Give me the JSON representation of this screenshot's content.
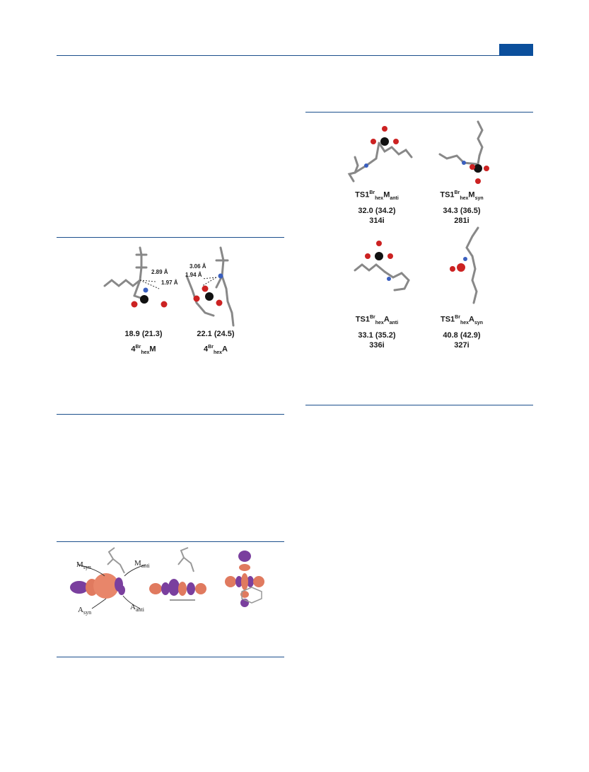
{
  "header": {
    "accent_color": "#0b4f9c",
    "rule_color": "#1b4f8c"
  },
  "fig_4": {
    "d1": "2.89 Å",
    "d2": "1.97 Å",
    "d3": "3.06 Å",
    "d4": "1.94 Å",
    "left": {
      "energy": "18.9 (21.3)",
      "base": "4",
      "sup": "Br",
      "sub": "hex",
      "suffix": "M"
    },
    "right": {
      "energy": "22.1 (24.5)",
      "base": "4",
      "sup": "Br",
      "sub": "hex",
      "suffix": "A"
    }
  },
  "fig_ts": {
    "ts1": {
      "base": "TS1",
      "sup": "Br",
      "sub": "hex",
      "mid": "M",
      "sub2": "anti",
      "energy": "32.0 (34.2)",
      "freq": "314i"
    },
    "ts2": {
      "base": "TS1",
      "sup": "Br",
      "sub": "hex",
      "mid": "M",
      "sub2": "syn",
      "energy": "34.3 (36.5)",
      "freq": "281i"
    },
    "ts3": {
      "base": "TS1",
      "sup": "Br",
      "sub": "hex",
      "mid": "A",
      "sub2": "anti",
      "energy": "33.1 (35.2)",
      "freq": "336i"
    },
    "ts4": {
      "base": "TS1",
      "sup": "Br",
      "sub": "hex",
      "mid": "A",
      "sub2": "syn",
      "energy": "40.8 (42.9)",
      "freq": "327i"
    }
  },
  "fig_orbital": {
    "msyn": {
      "base": "M",
      "sub": "syn"
    },
    "manti": {
      "base": "M",
      "sub": "anti"
    },
    "asyn": {
      "base": "A",
      "sub": "syn"
    },
    "aanti": {
      "base": "A",
      "sub": "anti"
    }
  }
}
